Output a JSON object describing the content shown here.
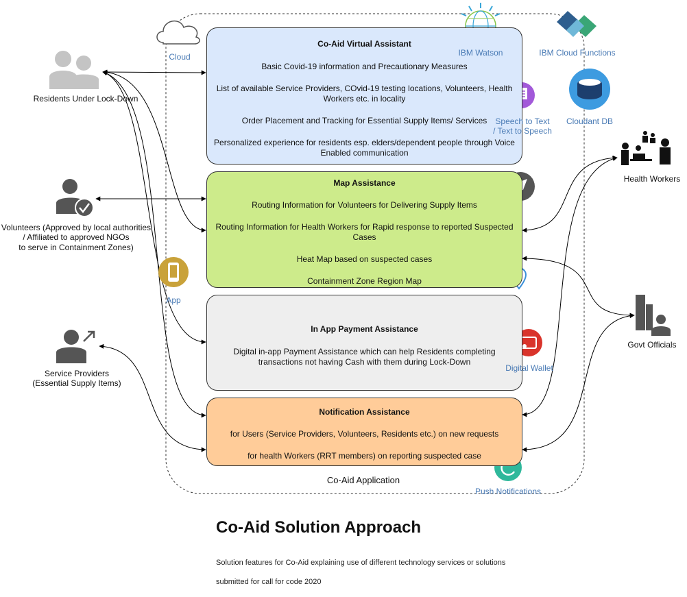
{
  "application_boundary": {
    "label": "Co-Aid Application"
  },
  "services": {
    "cloud": "Cloud",
    "app": "App",
    "ibm_watson": "IBM Watson",
    "ibm_cloud_functions": "IBM Cloud Functions",
    "speech_to_text": "Speech to Text\n/ Text to Speech",
    "cloudant_db": "Cloudant DB",
    "digital_wallet": "Digital Wallet",
    "push_notifications": "Push Notifications"
  },
  "actors": {
    "residents": "Residents Under Lock-Down",
    "volunteers": "Volunteers (Approved by local authorities\n/ Affiliated to approved NGOs\nto serve in Containment Zones)",
    "service_providers": "Service Providers\n(Essential Supply Items)",
    "health_workers": "Health Workers",
    "govt_officials": "Govt Officials"
  },
  "modules": {
    "virtual_assistant": {
      "title": "Co-Aid Virtual Assistant",
      "items": [
        "Basic Covid-19 information and Precautionary Measures",
        "List of available Service Providers, COvid-19 testing locations, Volunteers, Health Workers etc. in locality",
        "Order Placement and Tracking for Essential Supply Items/ Services",
        "Personalized experience for residents esp. elders/dependent people through Voice Enabled communication"
      ]
    },
    "map_assistance": {
      "title": "Map Assistance",
      "items": [
        "Routing Information for Volunteers for Delivering Supply Items",
        "Routing Information for Health Workers for Rapid response to reported Suspected Cases",
        "Heat Map based on suspected cases",
        "Containment Zone Region Map"
      ]
    },
    "payment_assistance": {
      "title": "In App Payment Assistance",
      "items": [
        "Digital in-app Payment Assistance which can help Residents completing transactions not having Cash with them during Lock-Down"
      ]
    },
    "notification_assistance": {
      "title": "Notification Assistance",
      "items": [
        "for Users (Service Providers, Volunteers, Residents etc.) on new requests",
        "for health Workers (RRT members) on reporting suspected case"
      ]
    }
  },
  "document": {
    "title": "Co-Aid Solution Approach",
    "description_line1": "Solution features for Co-Aid explaining use of different technology services or solutions",
    "description_line2": "submitted for call for code 2020"
  },
  "colors": {
    "virtual_assistant_fill": "#dae8fc",
    "map_fill": "#cdeb8b",
    "payment_fill": "#eeeeee",
    "notification_fill": "#ffcc99",
    "service_label": "#4a7bb5",
    "person_grey": "#555555"
  }
}
